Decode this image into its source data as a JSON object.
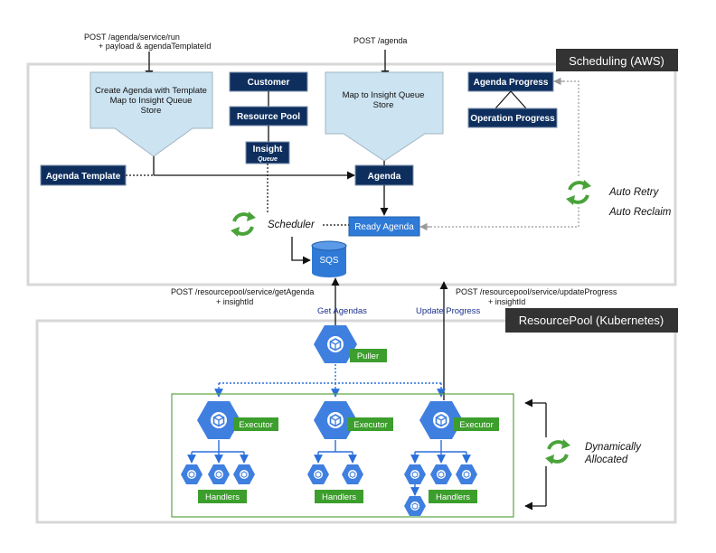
{
  "sections": {
    "scheduling": "Scheduling (AWS)",
    "resourcepool": "ResourcePool (Kubernetes)"
  },
  "annotations": {
    "post_agenda_run_1": "POST /agenda/service/run",
    "post_agenda_run_2": "+ payload & agendaTemplateId",
    "post_agenda": "POST /agenda",
    "post_get_agenda_1": "POST /resourcepool/service/getAgenda",
    "post_get_agenda_2": "+ insightId",
    "post_update_1": "POST /resourcepool/service/updateProgress",
    "post_update_2": "+ insightId"
  },
  "steps": {
    "create_agenda": [
      "Create Agenda with Template",
      "Map to Insight Queue",
      "Store"
    ],
    "map_queue": [
      "Map to Insight Queue",
      "Store"
    ]
  },
  "nodes": {
    "customer": "Customer",
    "resource_pool": "Resource Pool",
    "insight": "Insight",
    "queue": "Queue",
    "agenda_progress": "Agenda Progress",
    "operation_progress": "Operation Progress",
    "agenda_template": "Agenda Template",
    "agenda": "Agenda",
    "ready_agenda": "Ready Agenda",
    "sqs": "SQS"
  },
  "labels": {
    "scheduler": "Scheduler",
    "auto_retry": "Auto Retry",
    "auto_reclaim": "Auto Reclaim",
    "get_agendas": "Get Agendas",
    "update_progress": "Update Progress",
    "dynamically": "Dynamically",
    "allocated": "Allocated"
  },
  "k8s": {
    "puller": "Puller",
    "executor": "Executor",
    "handlers": "Handlers"
  },
  "colors": {
    "navy": "#0e2f5e",
    "blue": "#2f7ad6",
    "light_blue": "#cce3f1",
    "green": "#3c9e2c",
    "k8s_blue": "#3f7fe0",
    "section_header": "#333333",
    "frame": "#d7d7d7"
  }
}
